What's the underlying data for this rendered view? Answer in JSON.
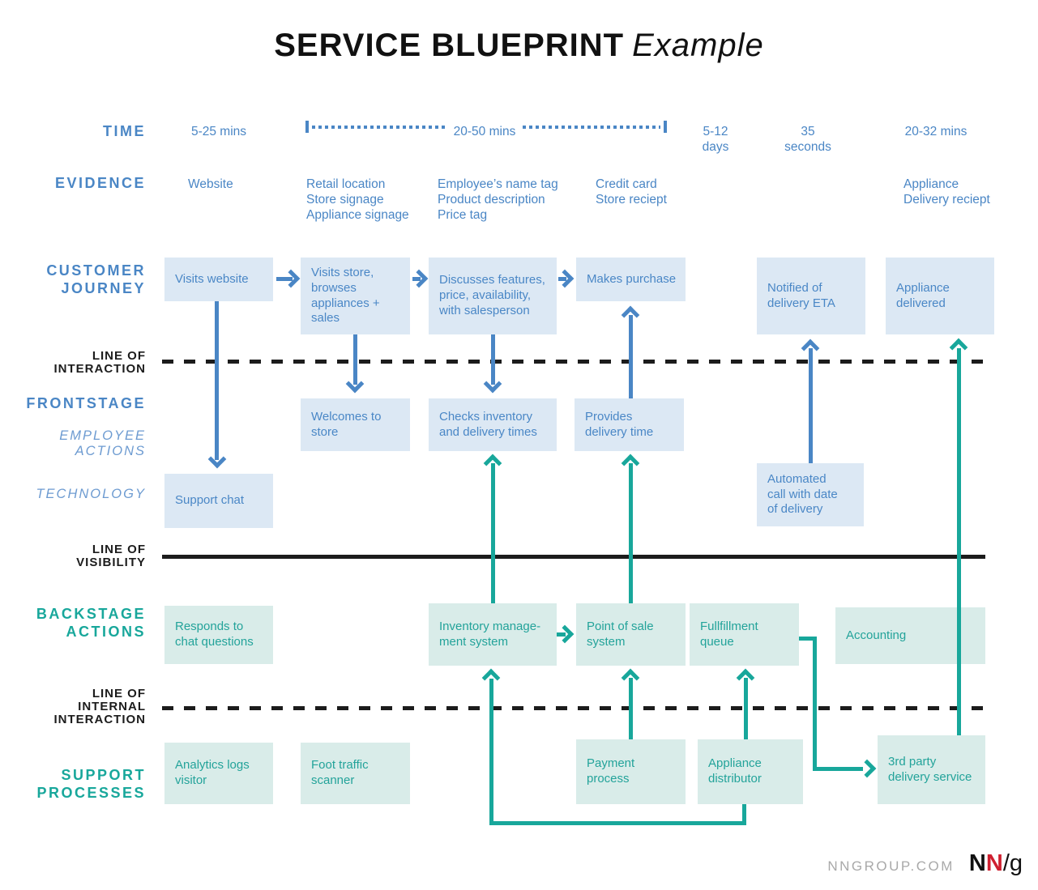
{
  "colors": {
    "blue": "#4a86c5",
    "blue-italic": "#6d9bd1",
    "box-blue": "#dce8f4",
    "box-blue-text": "#4a87c6",
    "teal": "#18a79b",
    "box-teal": "#d9ece9",
    "box-teal-text": "#23a39a",
    "ink": "#1c1c1c",
    "gray": "#a9a9a9",
    "logo-red": "#cf2030"
  },
  "title": {
    "main": "SERVICE BLUEPRINT",
    "suffix": "Example"
  },
  "labels": {
    "time": "TIME",
    "evidence": "EVIDENCE",
    "customer_journey": "CUSTOMER\nJOURNEY",
    "line_interaction": "LINE OF\nINTERACTION",
    "frontstage": "FRONTSTAGE",
    "employee_actions": "EMPLOYEE\nACTIONS",
    "technology": "TECHNOLOGY",
    "line_visibility": "LINE OF\nVISIBILITY",
    "backstage": "BACKSTAGE\nACTIONS",
    "line_internal": "LINE OF\nINTERNAL\nINTERACTION",
    "support": "SUPPORT\nPROCESSES"
  },
  "time": {
    "t1": "5-25 mins",
    "t2": "20-50 mins",
    "t3": "5-12\ndays",
    "t4": "35\nseconds",
    "t5": "20-32 mins"
  },
  "evidence": {
    "g1": "Website",
    "g2": "Retail location\nStore signage\nAppliance signage",
    "g3": "Employee’s name tag\nProduct description\nPrice tag",
    "g4": "Credit card\nStore reciept",
    "g5": "Appliance\nDelivery reciept"
  },
  "boxes": {
    "visits_website": "Visits website",
    "visits_store": "Visits store,\nbrowses\nappliances +\nsales",
    "discusses": "Discusses features,\nprice, availability,\nwith salesperson",
    "makes_purchase": "Makes purchase",
    "notified": "Notified of\ndelivery ETA",
    "delivered": "Appliance\ndelivered",
    "welcomes": "Welcomes to\nstore",
    "checks": "Checks inventory\nand delivery times",
    "provides": "Provides\ndelivery time",
    "support_chat": "Support chat",
    "automated_call": "Automated\ncall with date\nof delivery",
    "responds": "Responds to\nchat questions",
    "inventory": "Inventory manage-\nment system",
    "pos": "Point of sale\nsystem",
    "fullfillment": "Fullfillment\nqueue",
    "accounting": "Accounting",
    "analytics": "Analytics logs\nvisitor",
    "foot_traffic": "Foot traffic\nscanner",
    "payment": "Payment\nprocess",
    "distributor": "Appliance\ndistributor",
    "third_party": "3rd party\ndelivery service"
  },
  "footer": {
    "site": "NNGROUP.COM",
    "logo": {
      "n1": "N",
      "n2": "N",
      "sg": "/g"
    }
  }
}
